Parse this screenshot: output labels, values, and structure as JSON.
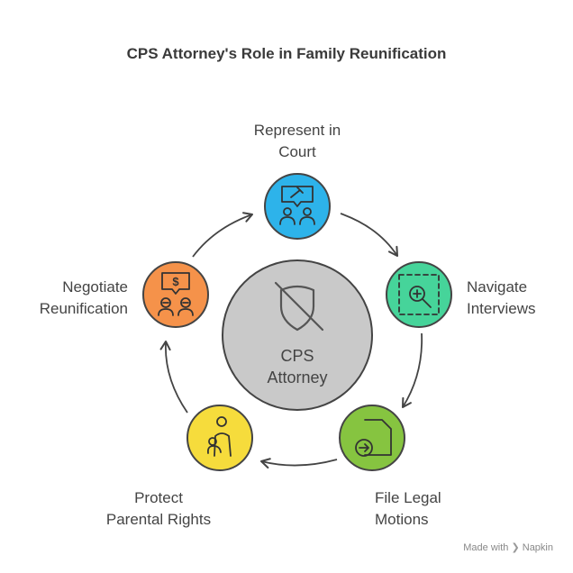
{
  "title": "CPS Attorney's Role in Family Reunification",
  "center": {
    "line1": "CPS",
    "line2": "Attorney",
    "icon": "shield-slash-icon"
  },
  "nodes": [
    {
      "id": "court",
      "line1": "Represent in",
      "line2": "Court",
      "color": "#2db3ea",
      "icon": "gavel-people-icon"
    },
    {
      "id": "interviews",
      "line1": "Navigate",
      "line2": "Interviews",
      "color": "#46d49a",
      "icon": "zoom-in-icon"
    },
    {
      "id": "motions",
      "line1": "File Legal",
      "line2": "Motions",
      "color": "#86c440",
      "icon": "document-arrow-icon"
    },
    {
      "id": "rights",
      "line1": "Protect",
      "line2": "Parental Rights",
      "color": "#f6dc3c",
      "icon": "parent-child-icon"
    },
    {
      "id": "reunification",
      "line1": "Negotiate",
      "line2": "Reunification",
      "color": "#f5924a",
      "icon": "negotiation-icon"
    }
  ],
  "footer": {
    "prefix": "Made with",
    "brand": "Napkin"
  }
}
